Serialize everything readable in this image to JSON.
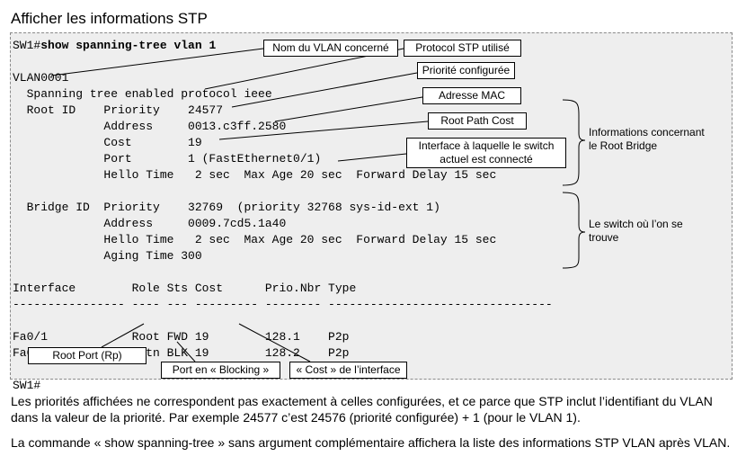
{
  "title": "Afficher les informations STP",
  "terminal": {
    "prompt": "SW1#",
    "command": "show spanning-tree vlan 1",
    "lines": [
      "VLAN0001",
      "  Spanning tree enabled protocol ieee",
      "  Root ID    Priority    24577",
      "             Address     0013.c3ff.2580",
      "             Cost        19",
      "             Port        1 (FastEthernet0/1)",
      "             Hello Time   2 sec  Max Age 20 sec  Forward Delay 15 sec",
      "",
      "  Bridge ID  Priority    32769  (priority 32768 sys-id-ext 1)",
      "             Address     0009.7cd5.1a40",
      "             Hello Time   2 sec  Max Age 20 sec  Forward Delay 15 sec",
      "             Aging Time 300",
      "",
      "Interface        Role Sts Cost      Prio.Nbr Type",
      "---------------- ---- --- --------- -------- --------------------------------",
      "",
      "Fa0/1            Root FWD 19        128.1    P2p",
      "Fa0/2            Altn BLK 19        128.2    P2p",
      "",
      "SW1#"
    ]
  },
  "callouts": {
    "vlan_name": "Nom du VLAN concerné",
    "stp_protocol": "Protocol STP utilisé",
    "priority": "Priorité configurée",
    "mac": "Adresse MAC",
    "root_path_cost": "Root Path Cost",
    "interface_line1": "Interface à laquelle le switch",
    "interface_line2": "actuel est connecté",
    "root_port": "Root Port (Rp)",
    "blocking": "Port en « Blocking »",
    "cost": "« Cost » de l’interface"
  },
  "side_notes": {
    "root_bridge_line1": "Informations concernant",
    "root_bridge_line2": "le Root Bridge",
    "current_switch_line1": "Le switch où l’on se",
    "current_switch_line2": "trouve"
  },
  "paragraphs": [
    "Les priorités affichées ne correspondent pas exactement à celles configurées, et ce parce que STP inclut l’identifiant du VLAN dans la valeur de la priorité. Par exemple 24577 c’est 24576 (priorité configurée) + 1 (pour le VLAN 1).",
    "La commande « show spanning-tree » sans argument complémentaire affichera la liste des informations STP VLAN après VLAN."
  ]
}
